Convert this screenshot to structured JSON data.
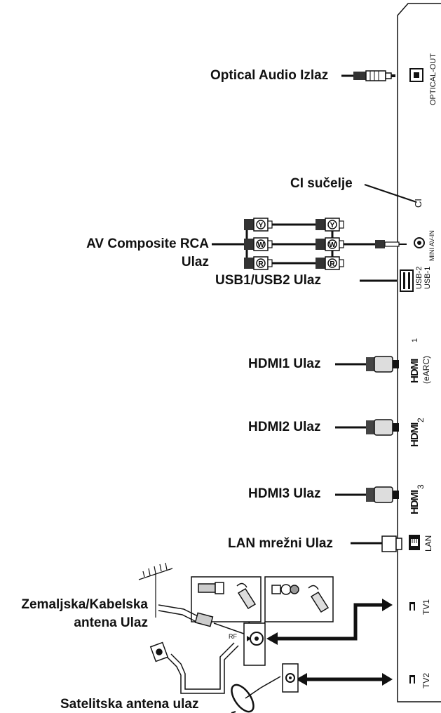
{
  "labels": {
    "optical_out": "Optical Audio Izlaz",
    "ci": "CI sučelje",
    "av_line1": "AV Composite RCA",
    "av_line2": "Ulaz",
    "usb": "USB1/USB2 Ulaz",
    "hdmi1": "HDMI1 Ulaz",
    "hdmi2": "HDMI2 Ulaz",
    "hdmi3": "HDMI3 Ulaz",
    "lan": "LAN mrežni Ulaz",
    "terrestrial_line1": "Zemaljska/Kabelska",
    "terrestrial_line2": "antena Ulaz",
    "satellite": "Satelitska antena ulaz"
  },
  "ports": {
    "optical": "OPTICAL-OUT",
    "ci": "CI",
    "mini_av": "MINI AV-IN",
    "usb2": "USB-2",
    "usb1": "USB-1",
    "hdmi_logo": "HDMI",
    "hdmi1_num": "1",
    "hdmi1_earc": "(eARC)",
    "hdmi2_num": "2",
    "hdmi3_num": "3",
    "lan": "LAN",
    "tv1": "TV1",
    "tv2": "TV2",
    "rf": "RF"
  },
  "rca_letters": [
    "Y",
    "W",
    "R"
  ]
}
